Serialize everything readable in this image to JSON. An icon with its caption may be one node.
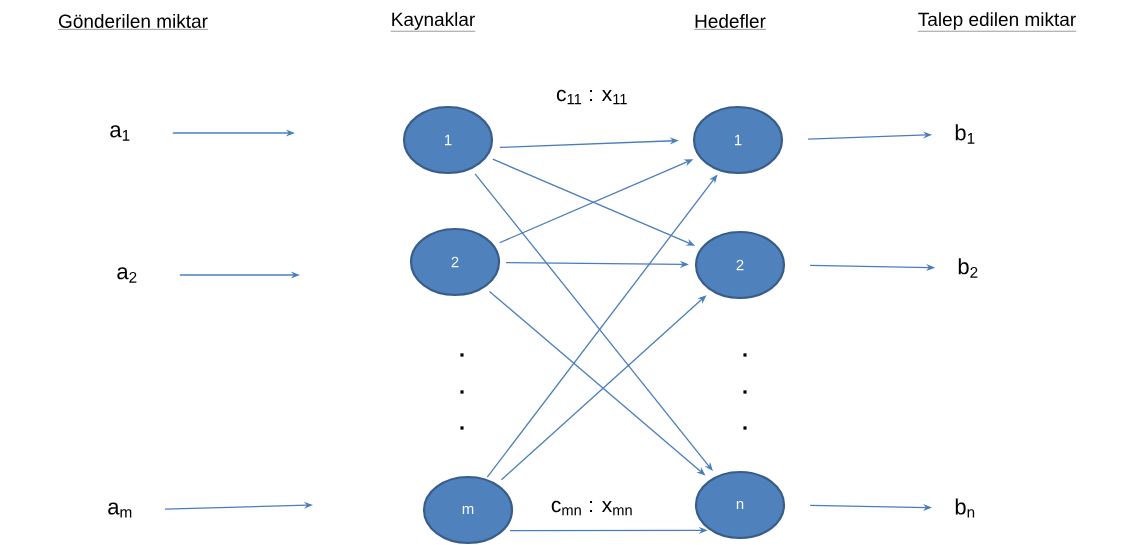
{
  "diagram": {
    "nodes": [
      {
        "text": [
          "a$_{1}$"
        ]
      },
      {
        "text": [
          "1"
        ]
      },
      {
        "text": [
          "1"
        ]
      },
      {
        "text": [
          "b$_{1}$"
        ]
      },
      {
        "text": [
          "a$_{2}$"
        ]
      },
      {
        "text": [
          "2"
        ]
      },
      {
        "text": [
          "2"
        ]
      },
      {
        "text": [
          "b$_{2}$"
        ]
      },
      {
        "text": [
          "a$_{m}$"
        ]
      },
      {
        "text": [
          "m"
        ]
      },
      {
        "text": [
          "n"
        ]
      },
      {
        "text": [
          "b$_{n}$"
        ]
      }
    ],
    "edges": [
      {
        "from": 0,
        "to": null,
        "arrow": "to"
      },
      {
        "from": 4,
        "to": null,
        "arrow": "to"
      },
      {
        "from": 8,
        "to": null,
        "arrow": "to"
      },
      {
        "from": 1,
        "to": 2,
        "arrow": "to",
        "label": "c$_{11}$ : x$_{11}$"
      },
      {
        "from": 1,
        "to": 6,
        "arrow": "to"
      },
      {
        "from": 1,
        "to": 10,
        "arrow": "to"
      },
      {
        "from": 5,
        "to": 2,
        "arrow": "to"
      },
      {
        "from": 5,
        "to": 6,
        "arrow": "to"
      },
      {
        "from": 5,
        "to": 10,
        "arrow": "to"
      },
      {
        "from": 9,
        "to": 2,
        "arrow": "to"
      },
      {
        "from": 9,
        "to": 6,
        "arrow": "to"
      },
      {
        "from": 9,
        "to": 10,
        "arrow": "to",
        "label": "c$_{mn}$ : x$_{mn}$"
      },
      {
        "from": 2,
        "to": 3,
        "arrow": "to"
      },
      {
        "from": 6,
        "to": 7,
        "arrow": "to"
      },
      {
        "from": 10,
        "to": 11,
        "arrow": "to"
      }
    ],
    "labels": [
      "Gönderilen miktar",
      "Kaynaklar",
      "Hedefler",
      "Talep edilen miktar",
      ".",
      ".",
      ".",
      ".",
      ".",
      "."
    ]
  }
}
